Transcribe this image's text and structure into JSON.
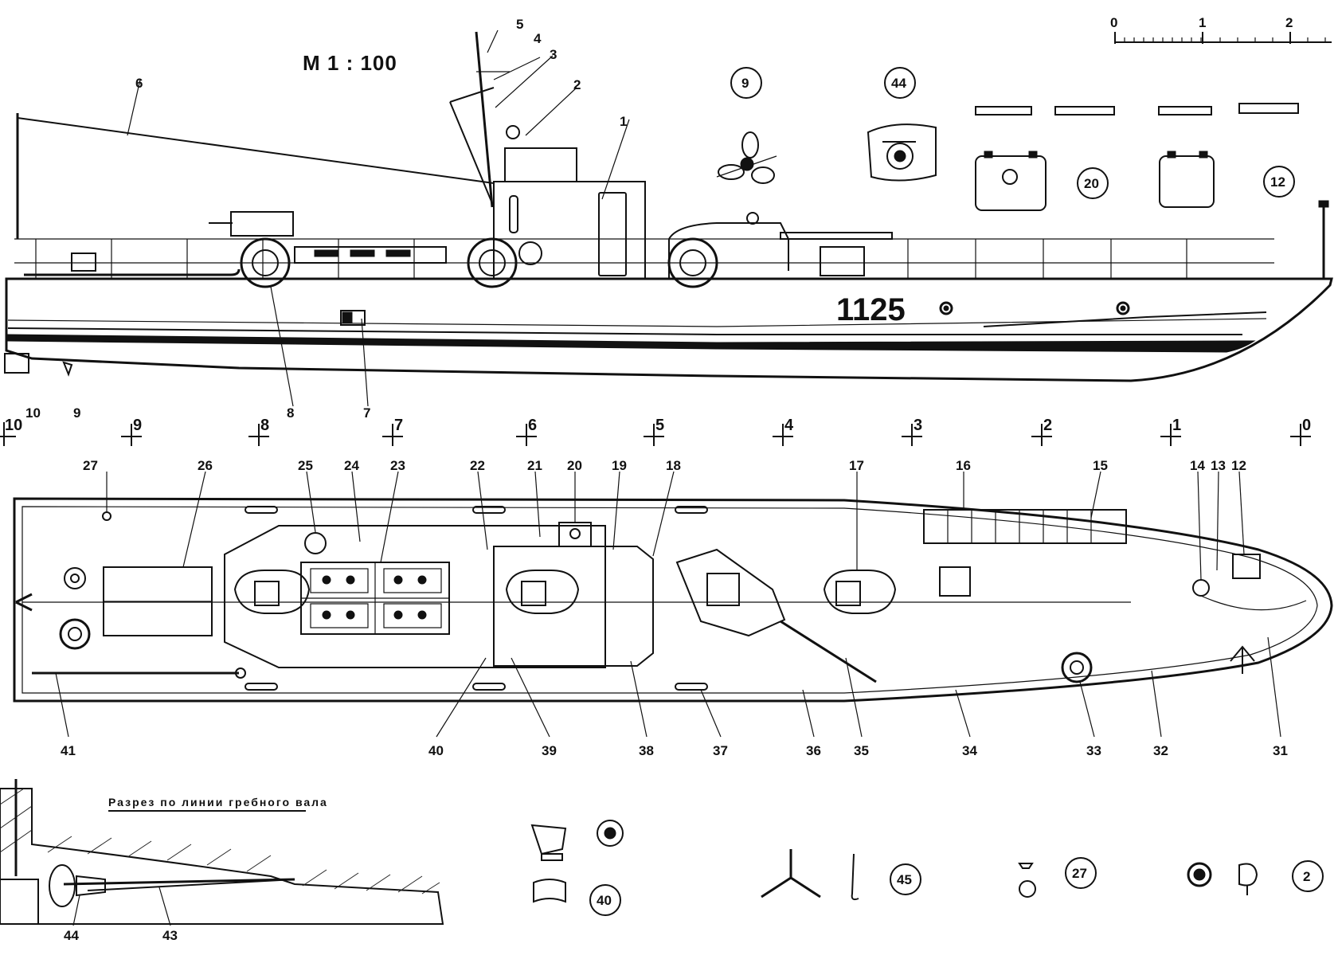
{
  "drawing": {
    "scale_title": "М 1 : 100",
    "hull_number": "1125",
    "section_caption": "Разрез по линии гребного вала",
    "scale_bar_labels": [
      "0",
      "1",
      "2"
    ],
    "frame_numbers": [
      "10",
      "9",
      "8",
      "7",
      "6",
      "5",
      "4",
      "3",
      "2",
      "1",
      "0"
    ],
    "profile_callouts": [
      "1",
      "2",
      "3",
      "4",
      "5",
      "6",
      "7",
      "8",
      "9",
      "10"
    ],
    "plan_top_callouts": [
      "27",
      "26",
      "25",
      "24",
      "23",
      "22",
      "21",
      "20",
      "19",
      "18",
      "17",
      "16",
      "15",
      "14",
      "13",
      "12"
    ],
    "plan_bottom_callouts": [
      "41",
      "40",
      "39",
      "38",
      "37",
      "36",
      "35",
      "34",
      "33",
      "32",
      "31"
    ],
    "detail_circles": [
      "9",
      "44",
      "20",
      "12",
      "40",
      "45",
      "27",
      "2"
    ],
    "section_callouts": [
      "44",
      "43"
    ]
  }
}
